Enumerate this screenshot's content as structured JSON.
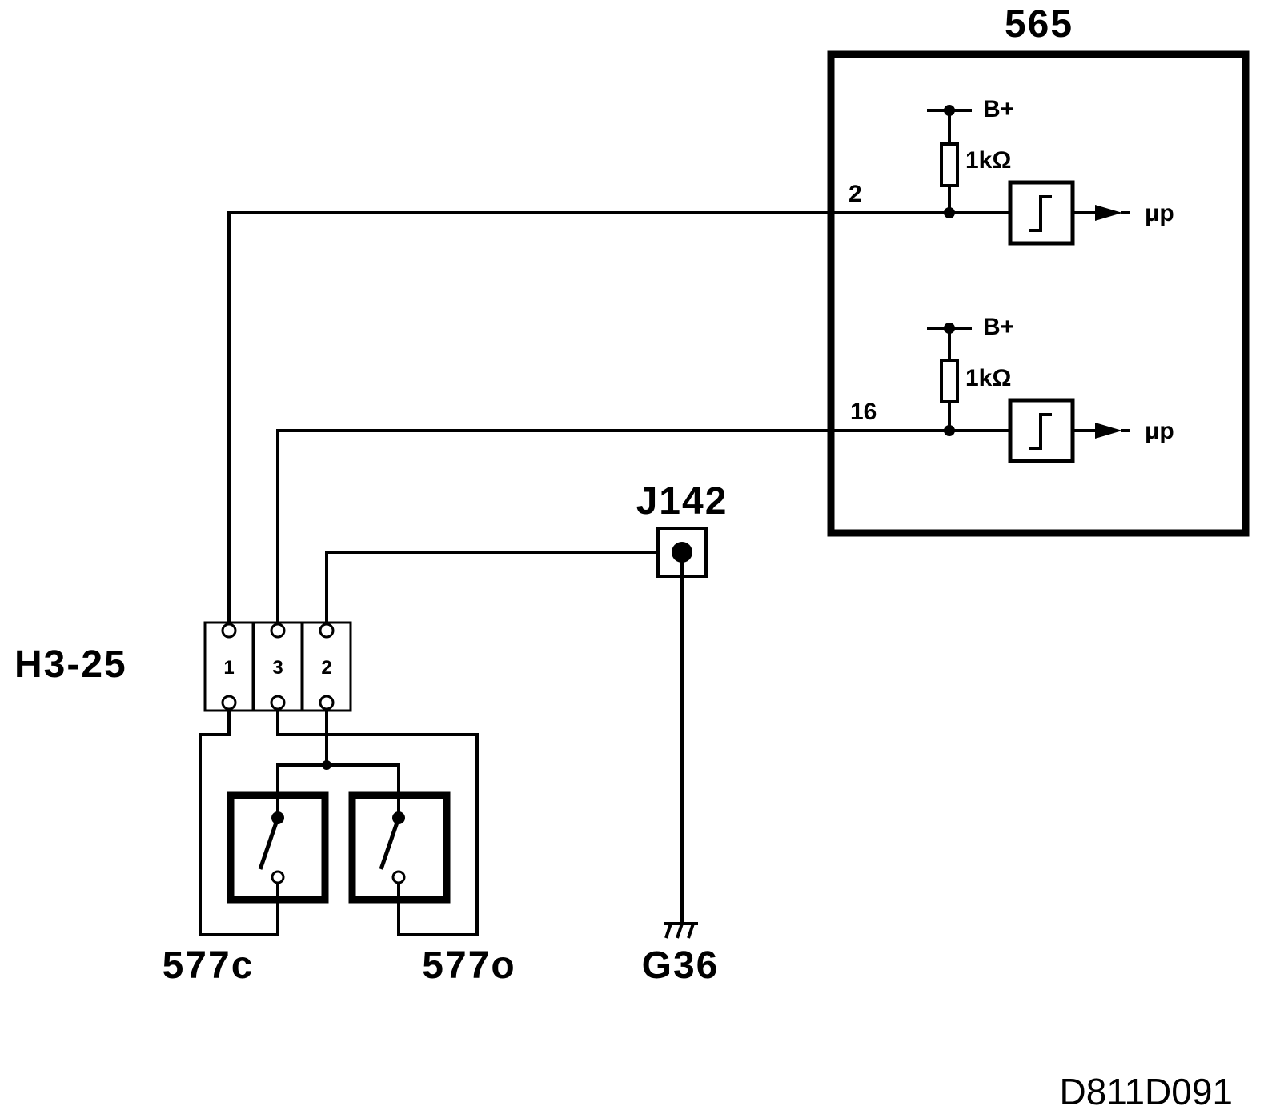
{
  "module": {
    "label": "565"
  },
  "inputs": [
    {
      "pin": "2",
      "supply": "B+",
      "resistor": "1kΩ",
      "output": "μp"
    },
    {
      "pin": "16",
      "supply": "B+",
      "resistor": "1kΩ",
      "output": "μp"
    }
  ],
  "connector": {
    "label": "H3-25",
    "positions": [
      "1",
      "3",
      "2"
    ]
  },
  "junction": {
    "label": "J142"
  },
  "ground": {
    "label": "G36"
  },
  "switches": [
    {
      "label": "577c"
    },
    {
      "label": "577o"
    }
  ],
  "drawing_id": "D811D091"
}
